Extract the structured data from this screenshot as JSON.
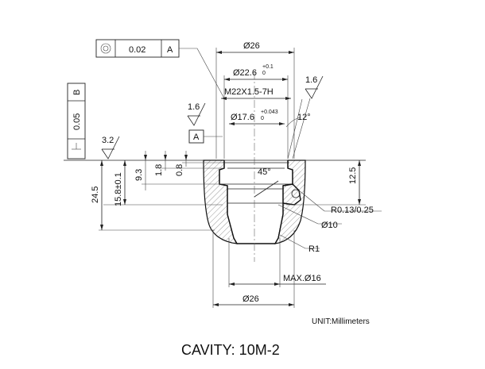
{
  "tolerance_frame": {
    "symbol": "concentricity-icon",
    "value": "0.02",
    "datum": "A"
  },
  "flatness_frame": {
    "datum": "B",
    "value": "0.05",
    "symbol": "perpendicularity-icon"
  },
  "datum_a_label": "A",
  "dimensions": {
    "d26_top": "Ø26",
    "d22_6": "Ø22.6",
    "d22_6_tol_upper": "+0.1",
    "d22_6_tol_lower": "0",
    "thread": "M22X1.5-7H",
    "d17_6": "Ø17.6",
    "d17_6_tol_upper": "+0.043",
    "d17_6_tol_lower": "0",
    "angle_12": "12°",
    "angle_45": "45°",
    "h12_5": "12.5",
    "h24_5": "24.5",
    "h15_8": "15.8±0.1",
    "h9_3": "9.3",
    "h1_8": "1.8",
    "h0_8": "0.8",
    "r013": "R0.13/0.25",
    "d10": "Ø10",
    "r1": "R1",
    "max_d16": "MAX.Ø16",
    "d26_bottom": "Ø26"
  },
  "surface_finish": {
    "left": "3.2",
    "mid": "1.6",
    "right": "1.6"
  },
  "unit_note": "UNIT:Millimeters",
  "title": "CAVITY: 10M-2"
}
